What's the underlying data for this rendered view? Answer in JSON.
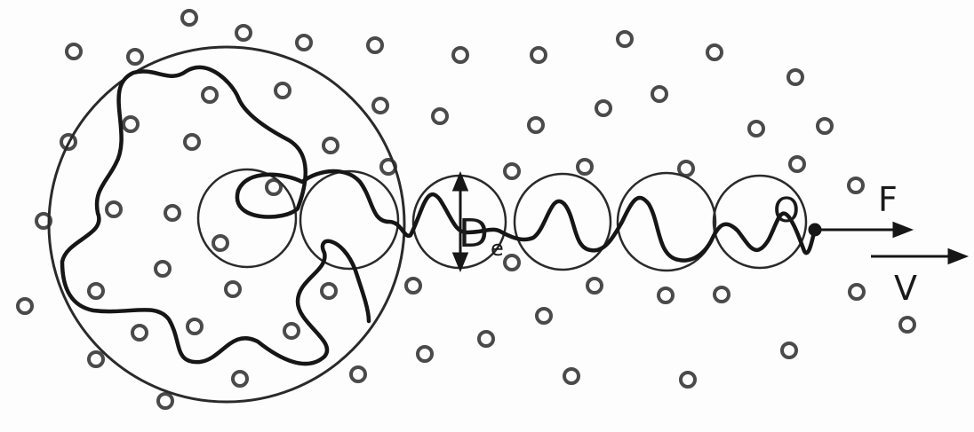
{
  "diagram": {
    "labels": {
      "tube_diameter": "D",
      "tube_diameter_subscript": "e",
      "end_point": "O",
      "force": "F",
      "velocity": "V"
    },
    "colors": {
      "ink": "#1a1a1a",
      "particle_ring": "#4a4a4a",
      "background": "#fdfdfd"
    }
  }
}
